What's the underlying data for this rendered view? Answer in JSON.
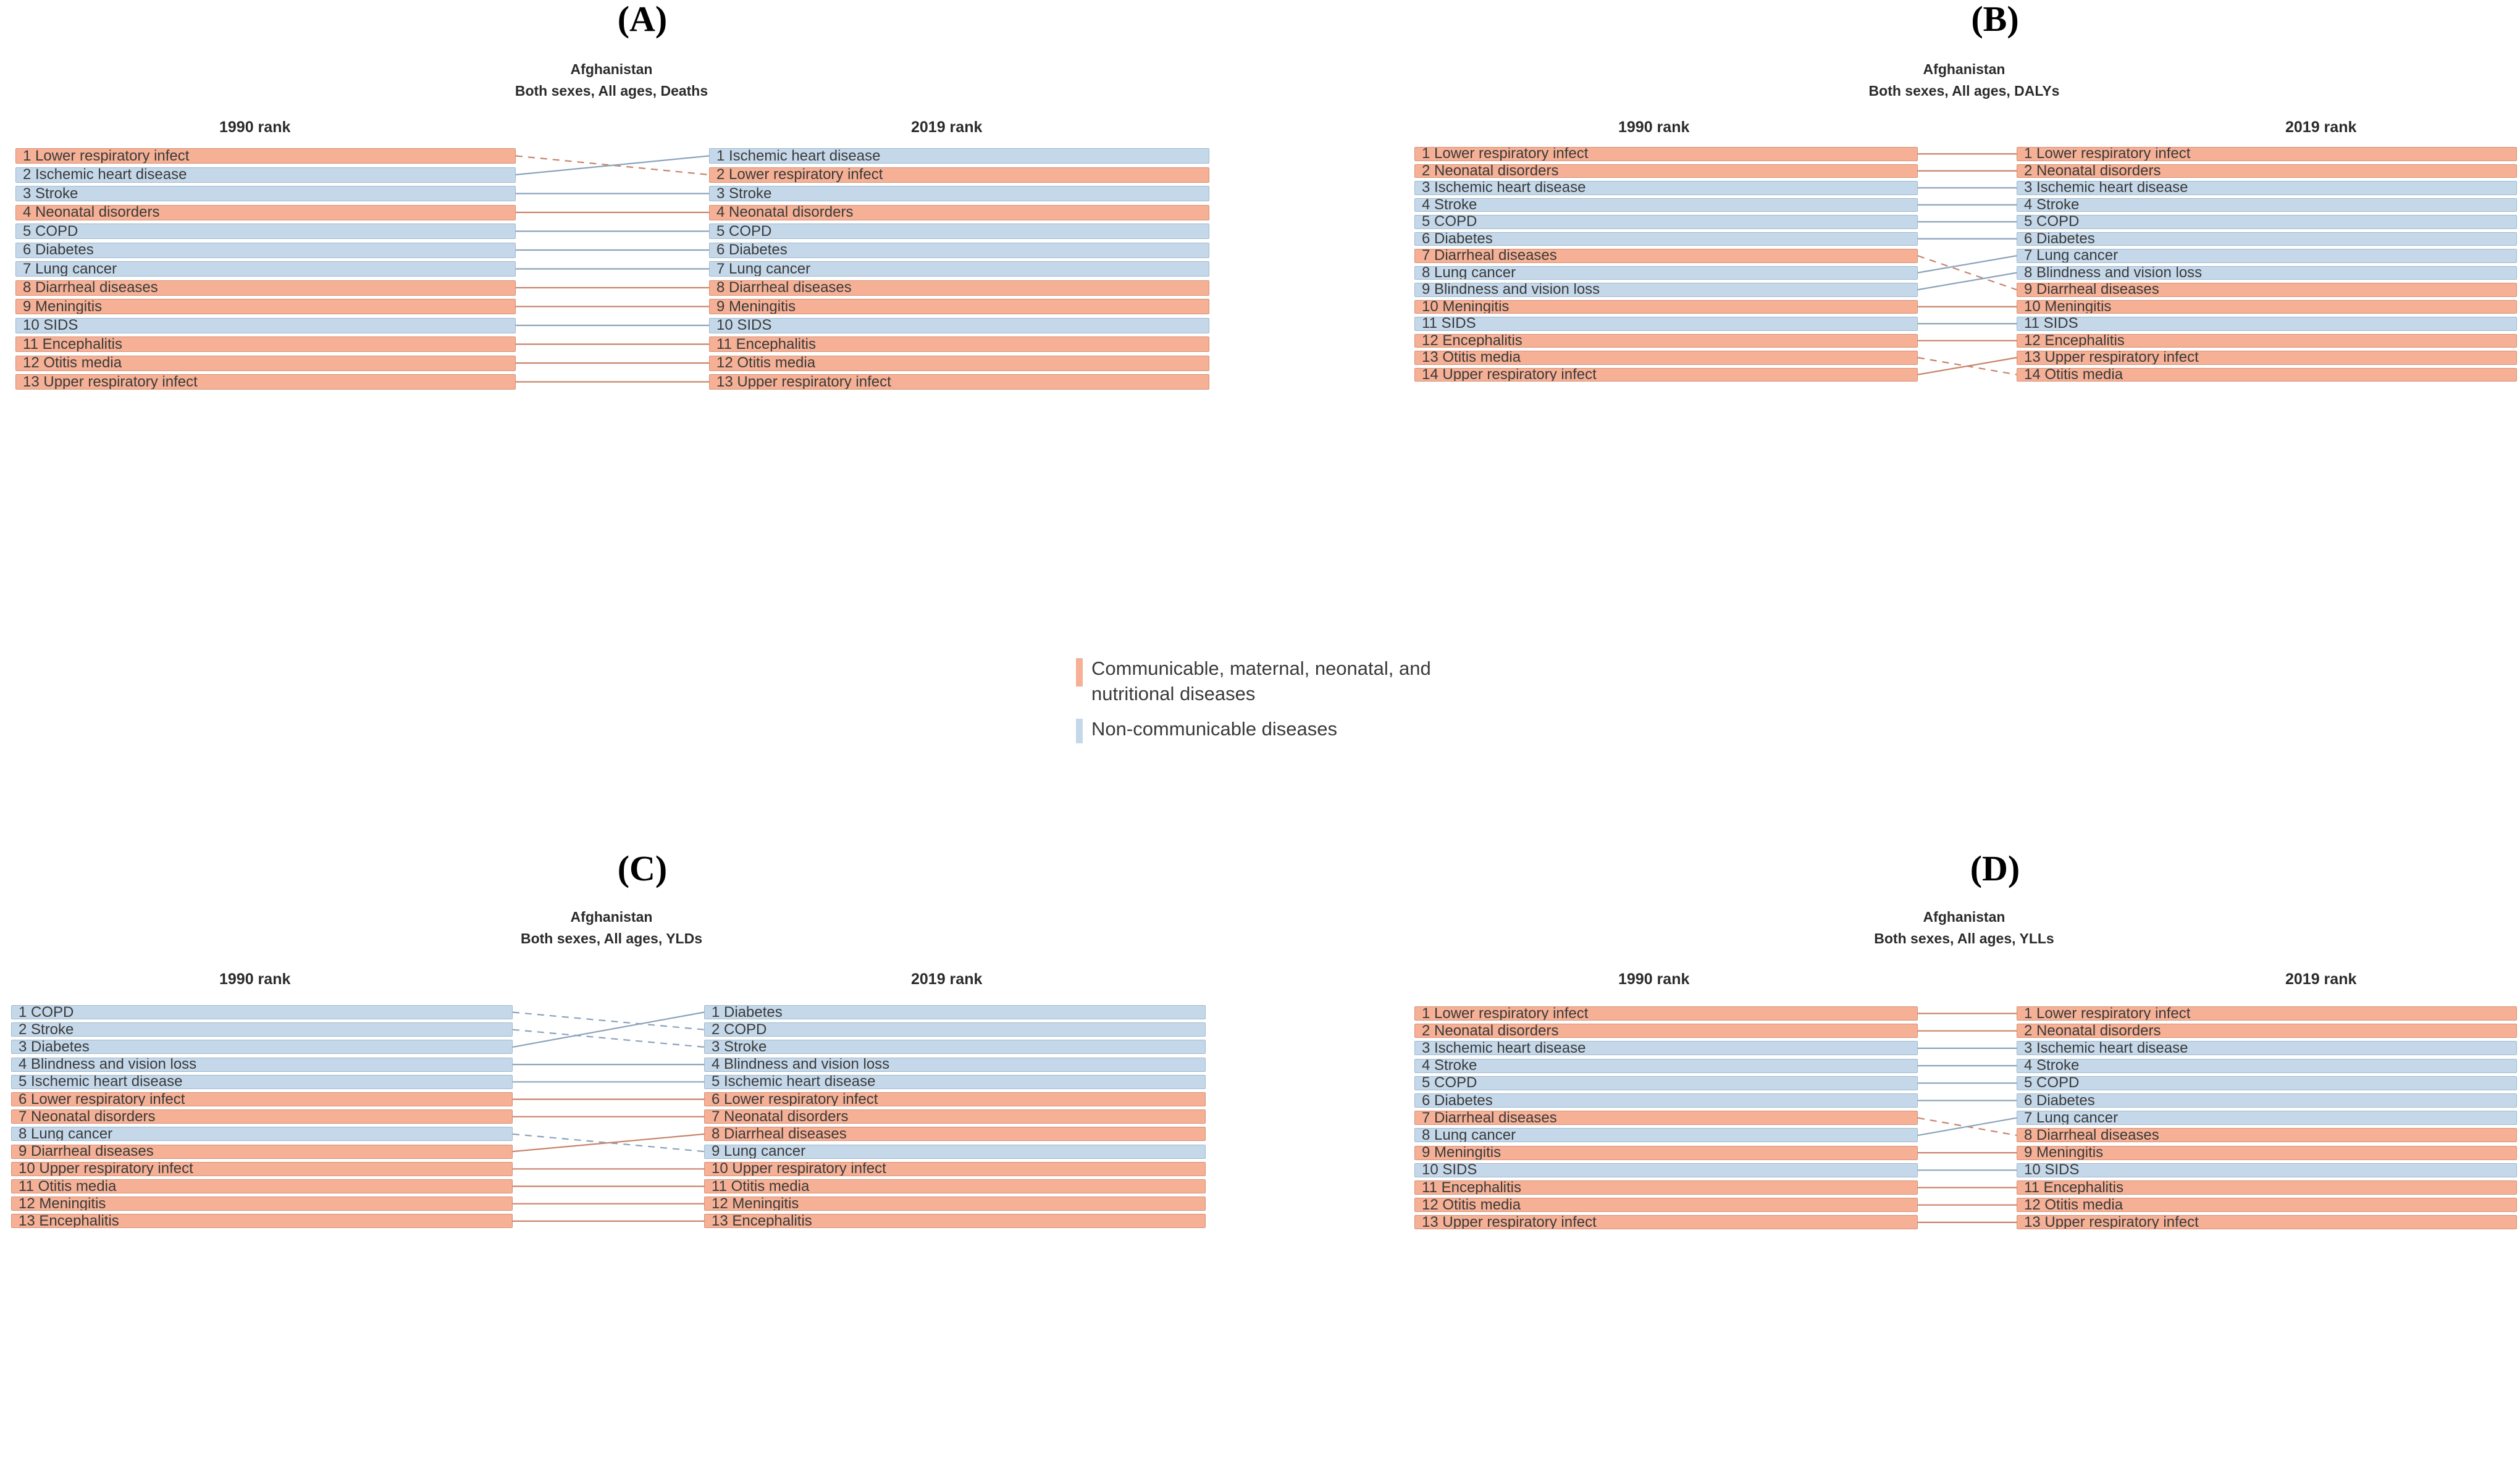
{
  "colors": {
    "communicable": "#f5b095",
    "communicable_border": "#d98f72",
    "noncommunicable": "#c4d8ea",
    "noncommunicable_border": "#9fb8cd",
    "link_communicable": "#c8836a",
    "link_noncommunicable": "#8ba3ba",
    "background": "#ffffff"
  },
  "legend": {
    "items": [
      {
        "color_key": "communicable",
        "label": "Communicable, maternal, neonatal, and nutritional diseases"
      },
      {
        "color_key": "noncommunicable",
        "label": "Non-communicable diseases"
      }
    ]
  },
  "chart_data": {
    "type": "table",
    "title": "Afghanistan leading causes rank change 1990 to 2019",
    "panels": [
      {
        "letter": "(A)",
        "location": "Afghanistan",
        "subtitle": "Both sexes, All ages, Deaths",
        "left_header": "1990 rank",
        "right_header": "2019 rank",
        "left": [
          {
            "rank": 1,
            "label": "1 Lower respiratory infect",
            "cause": "Lower respiratory infect",
            "cat": "cmnn"
          },
          {
            "rank": 2,
            "label": "2 Ischemic heart disease",
            "cause": "Ischemic heart disease",
            "cat": "ncd"
          },
          {
            "rank": 3,
            "label": "3 Stroke",
            "cause": "Stroke",
            "cat": "ncd"
          },
          {
            "rank": 4,
            "label": "4 Neonatal disorders",
            "cause": "Neonatal disorders",
            "cat": "cmnn"
          },
          {
            "rank": 5,
            "label": "5 COPD",
            "cause": "COPD",
            "cat": "ncd"
          },
          {
            "rank": 6,
            "label": "6 Diabetes",
            "cause": "Diabetes",
            "cat": "ncd"
          },
          {
            "rank": 7,
            "label": "7 Lung cancer",
            "cause": "Lung cancer",
            "cat": "ncd"
          },
          {
            "rank": 8,
            "label": "8 Diarrheal diseases",
            "cause": "Diarrheal diseases",
            "cat": "cmnn"
          },
          {
            "rank": 9,
            "label": "9 Meningitis",
            "cause": "Meningitis",
            "cat": "cmnn"
          },
          {
            "rank": 10,
            "label": "10 SIDS",
            "cause": "SIDS",
            "cat": "ncd"
          },
          {
            "rank": 11,
            "label": "11 Encephalitis",
            "cause": "Encephalitis",
            "cat": "cmnn"
          },
          {
            "rank": 12,
            "label": "12 Otitis media",
            "cause": "Otitis media",
            "cat": "cmnn"
          },
          {
            "rank": 13,
            "label": "13 Upper respiratory infect",
            "cause": "Upper respiratory infect",
            "cat": "cmnn"
          }
        ],
        "right": [
          {
            "rank": 1,
            "label": "1 Ischemic heart disease",
            "cause": "Ischemic heart disease",
            "cat": "ncd"
          },
          {
            "rank": 2,
            "label": "2 Lower respiratory infect",
            "cause": "Lower respiratory infect",
            "cat": "cmnn"
          },
          {
            "rank": 3,
            "label": "3 Stroke",
            "cause": "Stroke",
            "cat": "ncd"
          },
          {
            "rank": 4,
            "label": "4 Neonatal disorders",
            "cause": "Neonatal disorders",
            "cat": "cmnn"
          },
          {
            "rank": 5,
            "label": "5 COPD",
            "cause": "COPD",
            "cat": "ncd"
          },
          {
            "rank": 6,
            "label": "6 Diabetes",
            "cause": "Diabetes",
            "cat": "ncd"
          },
          {
            "rank": 7,
            "label": "7 Lung cancer",
            "cause": "Lung cancer",
            "cat": "ncd"
          },
          {
            "rank": 8,
            "label": "8 Diarrheal diseases",
            "cause": "Diarrheal diseases",
            "cat": "cmnn"
          },
          {
            "rank": 9,
            "label": "9 Meningitis",
            "cause": "Meningitis",
            "cat": "cmnn"
          },
          {
            "rank": 10,
            "label": "10 SIDS",
            "cause": "SIDS",
            "cat": "ncd"
          },
          {
            "rank": 11,
            "label": "11 Encephalitis",
            "cause": "Encephalitis",
            "cat": "cmnn"
          },
          {
            "rank": 12,
            "label": "12 Otitis media",
            "cause": "Otitis media",
            "cat": "cmnn"
          },
          {
            "rank": 13,
            "label": "13 Upper respiratory infect",
            "cause": "Upper respiratory infect",
            "cat": "cmnn"
          }
        ]
      },
      {
        "letter": "(B)",
        "location": "Afghanistan",
        "subtitle": "Both sexes, All ages, DALYs",
        "left_header": "1990 rank",
        "right_header": "2019 rank",
        "left": [
          {
            "rank": 1,
            "label": "1 Lower respiratory infect",
            "cause": "Lower respiratory infect",
            "cat": "cmnn"
          },
          {
            "rank": 2,
            "label": "2 Neonatal disorders",
            "cause": "Neonatal disorders",
            "cat": "cmnn"
          },
          {
            "rank": 3,
            "label": "3 Ischemic heart disease",
            "cause": "Ischemic heart disease",
            "cat": "ncd"
          },
          {
            "rank": 4,
            "label": "4 Stroke",
            "cause": "Stroke",
            "cat": "ncd"
          },
          {
            "rank": 5,
            "label": "5 COPD",
            "cause": "COPD",
            "cat": "ncd"
          },
          {
            "rank": 6,
            "label": "6 Diabetes",
            "cause": "Diabetes",
            "cat": "ncd"
          },
          {
            "rank": 7,
            "label": "7 Diarrheal diseases",
            "cause": "Diarrheal diseases",
            "cat": "cmnn"
          },
          {
            "rank": 8,
            "label": "8 Lung cancer",
            "cause": "Lung cancer",
            "cat": "ncd"
          },
          {
            "rank": 9,
            "label": "9 Blindness and vision loss",
            "cause": "Blindness and vision loss",
            "cat": "ncd"
          },
          {
            "rank": 10,
            "label": "10 Meningitis",
            "cause": "Meningitis",
            "cat": "cmnn"
          },
          {
            "rank": 11,
            "label": "11 SIDS",
            "cause": "SIDS",
            "cat": "ncd"
          },
          {
            "rank": 12,
            "label": "12 Encephalitis",
            "cause": "Encephalitis",
            "cat": "cmnn"
          },
          {
            "rank": 13,
            "label": "13 Otitis media",
            "cause": "Otitis media",
            "cat": "cmnn"
          },
          {
            "rank": 14,
            "label": "14 Upper respiratory infect",
            "cause": "Upper respiratory infect",
            "cat": "cmnn"
          }
        ],
        "right": [
          {
            "rank": 1,
            "label": "1 Lower respiratory infect",
            "cause": "Lower respiratory infect",
            "cat": "cmnn"
          },
          {
            "rank": 2,
            "label": "2 Neonatal disorders",
            "cause": "Neonatal disorders",
            "cat": "cmnn"
          },
          {
            "rank": 3,
            "label": "3 Ischemic heart disease",
            "cause": "Ischemic heart disease",
            "cat": "ncd"
          },
          {
            "rank": 4,
            "label": "4 Stroke",
            "cause": "Stroke",
            "cat": "ncd"
          },
          {
            "rank": 5,
            "label": "5 COPD",
            "cause": "COPD",
            "cat": "ncd"
          },
          {
            "rank": 6,
            "label": "6 Diabetes",
            "cause": "Diabetes",
            "cat": "ncd"
          },
          {
            "rank": 7,
            "label": "7 Lung cancer",
            "cause": "Lung cancer",
            "cat": "ncd"
          },
          {
            "rank": 8,
            "label": "8 Blindness and vision loss",
            "cause": "Blindness and vision loss",
            "cat": "ncd"
          },
          {
            "rank": 9,
            "label": "9 Diarrheal diseases",
            "cause": "Diarrheal diseases",
            "cat": "cmnn"
          },
          {
            "rank": 10,
            "label": "10 Meningitis",
            "cause": "Meningitis",
            "cat": "cmnn"
          },
          {
            "rank": 11,
            "label": "11 SIDS",
            "cause": "SIDS",
            "cat": "ncd"
          },
          {
            "rank": 12,
            "label": "12 Encephalitis",
            "cause": "Encephalitis",
            "cat": "cmnn"
          },
          {
            "rank": 13,
            "label": "13 Upper respiratory infect",
            "cause": "Upper respiratory infect",
            "cat": "cmnn"
          },
          {
            "rank": 14,
            "label": "14 Otitis media",
            "cause": "Otitis media",
            "cat": "cmnn"
          }
        ]
      },
      {
        "letter": "(C)",
        "location": "Afghanistan",
        "subtitle": "Both sexes, All ages, YLDs",
        "left_header": "1990 rank",
        "right_header": "2019 rank",
        "left": [
          {
            "rank": 1,
            "label": "1 COPD",
            "cause": "COPD",
            "cat": "ncd"
          },
          {
            "rank": 2,
            "label": "2 Stroke",
            "cause": "Stroke",
            "cat": "ncd"
          },
          {
            "rank": 3,
            "label": "3 Diabetes",
            "cause": "Diabetes",
            "cat": "ncd"
          },
          {
            "rank": 4,
            "label": "4 Blindness and vision loss",
            "cause": "Blindness and vision loss",
            "cat": "ncd"
          },
          {
            "rank": 5,
            "label": "5 Ischemic heart disease",
            "cause": "Ischemic heart disease",
            "cat": "ncd"
          },
          {
            "rank": 6,
            "label": "6 Lower respiratory infect",
            "cause": "Lower respiratory infect",
            "cat": "cmnn"
          },
          {
            "rank": 7,
            "label": "7 Neonatal disorders",
            "cause": "Neonatal disorders",
            "cat": "cmnn"
          },
          {
            "rank": 8,
            "label": "8 Lung cancer",
            "cause": "Lung cancer",
            "cat": "ncd"
          },
          {
            "rank": 9,
            "label": "9 Diarrheal diseases",
            "cause": "Diarrheal diseases",
            "cat": "cmnn"
          },
          {
            "rank": 10,
            "label": "10 Upper respiratory infect",
            "cause": "Upper respiratory infect",
            "cat": "cmnn"
          },
          {
            "rank": 11,
            "label": "11 Otitis media",
            "cause": "Otitis media",
            "cat": "cmnn"
          },
          {
            "rank": 12,
            "label": "12 Meningitis",
            "cause": "Meningitis",
            "cat": "cmnn"
          },
          {
            "rank": 13,
            "label": "13 Encephalitis",
            "cause": "Encephalitis",
            "cat": "cmnn"
          }
        ],
        "right": [
          {
            "rank": 1,
            "label": "1 Diabetes",
            "cause": "Diabetes",
            "cat": "ncd"
          },
          {
            "rank": 2,
            "label": "2 COPD",
            "cause": "COPD",
            "cat": "ncd"
          },
          {
            "rank": 3,
            "label": "3 Stroke",
            "cause": "Stroke",
            "cat": "ncd"
          },
          {
            "rank": 4,
            "label": "4 Blindness and vision loss",
            "cause": "Blindness and vision loss",
            "cat": "ncd"
          },
          {
            "rank": 5,
            "label": "5 Ischemic heart disease",
            "cause": "Ischemic heart disease",
            "cat": "ncd"
          },
          {
            "rank": 6,
            "label": "6 Lower respiratory infect",
            "cause": "Lower respiratory infect",
            "cat": "cmnn"
          },
          {
            "rank": 7,
            "label": "7 Neonatal disorders",
            "cause": "Neonatal disorders",
            "cat": "cmnn"
          },
          {
            "rank": 8,
            "label": "8 Diarrheal diseases",
            "cause": "Diarrheal diseases",
            "cat": "cmnn"
          },
          {
            "rank": 9,
            "label": "9 Lung cancer",
            "cause": "Lung cancer",
            "cat": "ncd"
          },
          {
            "rank": 10,
            "label": "10 Upper respiratory infect",
            "cause": "Upper respiratory infect",
            "cat": "cmnn"
          },
          {
            "rank": 11,
            "label": "11 Otitis media",
            "cause": "Otitis media",
            "cat": "cmnn"
          },
          {
            "rank": 12,
            "label": "12 Meningitis",
            "cause": "Meningitis",
            "cat": "cmnn"
          },
          {
            "rank": 13,
            "label": "13 Encephalitis",
            "cause": "Encephalitis",
            "cat": "cmnn"
          }
        ]
      },
      {
        "letter": "(D)",
        "location": "Afghanistan",
        "subtitle": "Both sexes, All ages, YLLs",
        "left_header": "1990 rank",
        "right_header": "2019 rank",
        "left": [
          {
            "rank": 1,
            "label": "1 Lower respiratory infect",
            "cause": "Lower respiratory infect",
            "cat": "cmnn"
          },
          {
            "rank": 2,
            "label": "2 Neonatal disorders",
            "cause": "Neonatal disorders",
            "cat": "cmnn"
          },
          {
            "rank": 3,
            "label": "3 Ischemic heart disease",
            "cause": "Ischemic heart disease",
            "cat": "ncd"
          },
          {
            "rank": 4,
            "label": "4 Stroke",
            "cause": "Stroke",
            "cat": "ncd"
          },
          {
            "rank": 5,
            "label": "5 COPD",
            "cause": "COPD",
            "cat": "ncd"
          },
          {
            "rank": 6,
            "label": "6 Diabetes",
            "cause": "Diabetes",
            "cat": "ncd"
          },
          {
            "rank": 7,
            "label": "7 Diarrheal diseases",
            "cause": "Diarrheal diseases",
            "cat": "cmnn"
          },
          {
            "rank": 8,
            "label": "8 Lung cancer",
            "cause": "Lung cancer",
            "cat": "ncd"
          },
          {
            "rank": 9,
            "label": "9 Meningitis",
            "cause": "Meningitis",
            "cat": "cmnn"
          },
          {
            "rank": 10,
            "label": "10 SIDS",
            "cause": "SIDS",
            "cat": "ncd"
          },
          {
            "rank": 11,
            "label": "11 Encephalitis",
            "cause": "Encephalitis",
            "cat": "cmnn"
          },
          {
            "rank": 12,
            "label": "12 Otitis media",
            "cause": "Otitis media",
            "cat": "cmnn"
          },
          {
            "rank": 13,
            "label": "13 Upper respiratory infect",
            "cause": "Upper respiratory infect",
            "cat": "cmnn"
          }
        ],
        "right": [
          {
            "rank": 1,
            "label": "1 Lower respiratory infect",
            "cause": "Lower respiratory infect",
            "cat": "cmnn"
          },
          {
            "rank": 2,
            "label": "2 Neonatal disorders",
            "cause": "Neonatal disorders",
            "cat": "cmnn"
          },
          {
            "rank": 3,
            "label": "3 Ischemic heart disease",
            "cause": "Ischemic heart disease",
            "cat": "ncd"
          },
          {
            "rank": 4,
            "label": "4 Stroke",
            "cause": "Stroke",
            "cat": "ncd"
          },
          {
            "rank": 5,
            "label": "5 COPD",
            "cause": "COPD",
            "cat": "ncd"
          },
          {
            "rank": 6,
            "label": "6 Diabetes",
            "cause": "Diabetes",
            "cat": "ncd"
          },
          {
            "rank": 7,
            "label": "7 Lung cancer",
            "cause": "Lung cancer",
            "cat": "ncd"
          },
          {
            "rank": 8,
            "label": "8 Diarrheal diseases",
            "cause": "Diarrheal diseases",
            "cat": "cmnn"
          },
          {
            "rank": 9,
            "label": "9 Meningitis",
            "cause": "Meningitis",
            "cat": "cmnn"
          },
          {
            "rank": 10,
            "label": "10 SIDS",
            "cause": "SIDS",
            "cat": "ncd"
          },
          {
            "rank": 11,
            "label": "11 Encephalitis",
            "cause": "Encephalitis",
            "cat": "cmnn"
          },
          {
            "rank": 12,
            "label": "12 Otitis media",
            "cause": "Otitis media",
            "cat": "cmnn"
          },
          {
            "rank": 13,
            "label": "13 Upper respiratory infect",
            "cause": "Upper respiratory infect",
            "cat": "cmnn"
          }
        ]
      }
    ]
  }
}
